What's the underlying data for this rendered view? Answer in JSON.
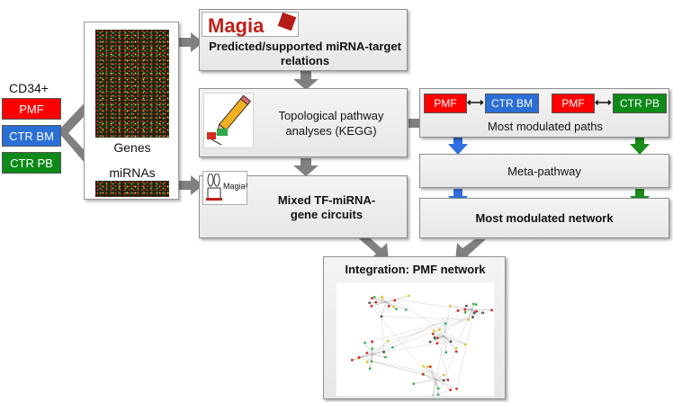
{
  "inputs": {
    "heading": "CD34+",
    "groups": [
      {
        "label": "PMF",
        "color": "#ff0000"
      },
      {
        "label": "CTR BM",
        "color": "#2b6fd6"
      },
      {
        "label": "CTR PB",
        "color": "#0e8a18"
      }
    ]
  },
  "data_panel": {
    "genes_label": "Genes",
    "mirnas_label": "miRNAs"
  },
  "step1": {
    "logo_text": "Magia",
    "title": "Predicted/supported miRNA-target relations"
  },
  "step2": {
    "title": "Topological pathway analyses (KEGG)"
  },
  "step3": {
    "logo_text": "Magia²",
    "title": "Mixed TF-miRNA-gene circuits"
  },
  "comparisons": {
    "left": [
      "PMF",
      "CTR BM"
    ],
    "right": [
      "PMF",
      "CTR PB"
    ],
    "caption": "Most modulated paths"
  },
  "meta_pathway": "Meta-pathway",
  "network": "Most modulated network",
  "integration": "Integration: PMF network",
  "colors": {
    "arrow": "#7f7f7f",
    "blue_arrow": "#2f6fe0",
    "green_arrow": "#1c8c1c",
    "box_border": "#8f8f8f"
  }
}
